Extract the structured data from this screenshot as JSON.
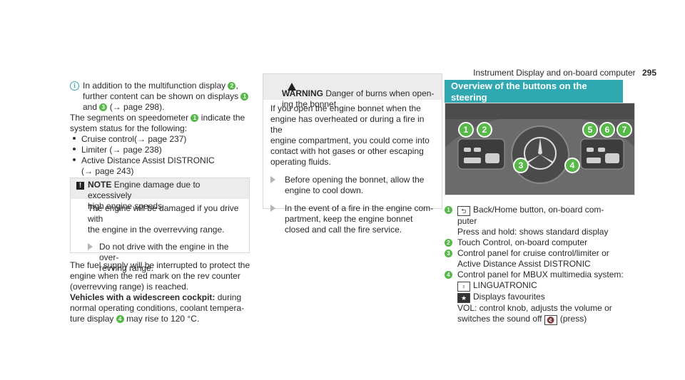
{
  "header": {
    "title": "Instrument Display and on-board computer",
    "page": "295"
  },
  "col1": {
    "info_line1a": "In addition to the multifunction display",
    "info_line1b": ",",
    "info_line2a": "further content can be shown on displays",
    "info_line3a": "and",
    "info_line3b": "(→ page 298).",
    "seg_line1a": "The segments on speedometer",
    "seg_line1b": "indicate the",
    "seg_line2": "system status for the following:",
    "bullets": [
      "Cruise control(→ page 237)",
      "Limiter (→ page 238)",
      "Active Distance Assist DISTRONIC",
      "(→ page 243)"
    ],
    "note": {
      "label": "NOTE",
      "title1": "Engine damage due to excessively",
      "title2": "high engine speeds",
      "body1": "The engine will be damaged if you drive with",
      "body2": "the engine in the overrevving range.",
      "step1": "Do not drive with the engine in the over-",
      "step2": "revving range."
    },
    "fuel1": "The fuel supply will be interrupted to protect the",
    "fuel2": "engine when the red mark on the rev counter",
    "fuel3": "(overrevving range) is reached.",
    "vehicles_bold": "Vehicles with a widescreen cockpit:",
    "vehicles1": " during",
    "vehicles2": "normal operating conditions, coolant tempera-",
    "vehicles3a": "ture display",
    "vehicles3b": "may rise to 120 °C."
  },
  "col2": {
    "warning": {
      "label": "WARNING",
      "title1": "Danger of burns when open-",
      "title2": "ing the bonnet",
      "body1": "If you open the engine bonnet when the",
      "body2": "engine has overheated or during a fire in the",
      "body3": "engine compartment, you could come into",
      "body4": "contact with hot gases or other escaping",
      "body5": "operating fluids.",
      "step1a": "Before opening the bonnet, allow the",
      "step1b": "engine to cool down.",
      "step2a": "In the event of a fire in the engine com-",
      "step2b": "partment, keep the engine bonnet",
      "step2c": "closed and call the fire service."
    }
  },
  "col3": {
    "section_title1": "Overview of the buttons on the steering",
    "section_title2": "wheel",
    "legend": [
      {
        "num": "1",
        "icon": "⮌",
        "line1": "Back/Home button, on-board com-",
        "line2": "puter"
      },
      {
        "num": "",
        "line1": "Press and hold: shows standard display"
      },
      {
        "num": "2",
        "line1": "Touch Control, on-board computer"
      },
      {
        "num": "3",
        "line1": "Control panel for cruise control/limiter or",
        "line2": "Active Distance Assist DISTRONIC"
      },
      {
        "num": "4",
        "line1": "Control panel for MBUX multimedia system:"
      }
    ],
    "sub1": "LINGUATRONIC",
    "sub2": "Displays favourites",
    "sub3": "VOL: control knob, adjusts the volume or",
    "sub4a": "switches the sound off",
    "sub4b": "(press)"
  },
  "figure_labels": [
    "1",
    "2",
    "3",
    "4",
    "5",
    "6",
    "7"
  ],
  "badges": {
    "b1": "1",
    "b2": "2",
    "b3": "3",
    "b4": "4"
  },
  "colors": {
    "accent": "#2fa8b2",
    "badge": "#55b847"
  }
}
